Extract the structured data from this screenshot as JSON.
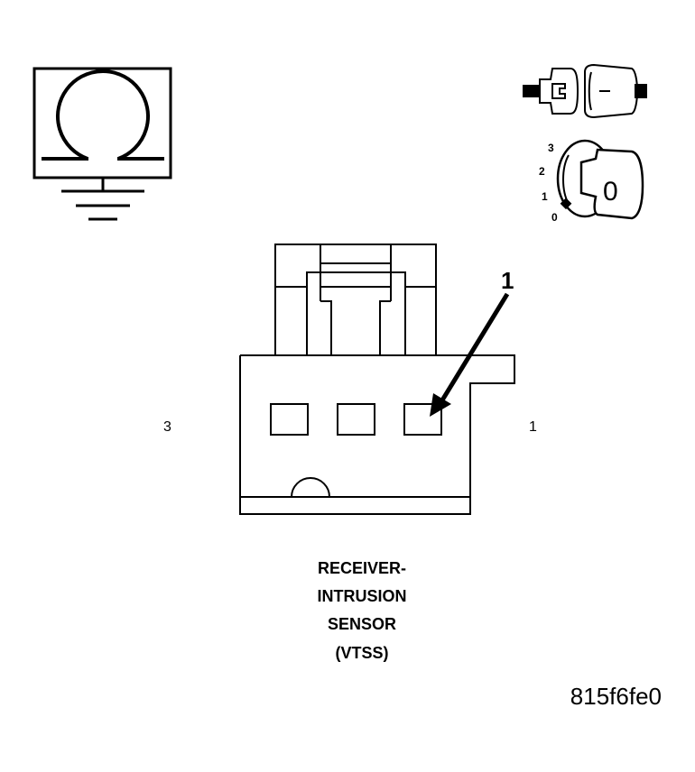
{
  "ignition": {
    "positions": [
      "3",
      "2",
      "1",
      "0"
    ],
    "key_glyph": "0"
  },
  "connector": {
    "callout": "1",
    "pin_left": "3",
    "pin_right": "1"
  },
  "caption": {
    "lines": [
      "RECEIVER-",
      "INTRUSION",
      "SENSOR",
      "(VTSS)"
    ]
  },
  "figure_id": "815f6fe0",
  "icons": {
    "meter": "ohmmeter-icon",
    "ground": "ground-icon",
    "disconnect": "connector-disconnect-icon",
    "ignition": "ignition-key-off-icon"
  },
  "colors": {
    "line": "#000000",
    "background": "#ffffff"
  }
}
